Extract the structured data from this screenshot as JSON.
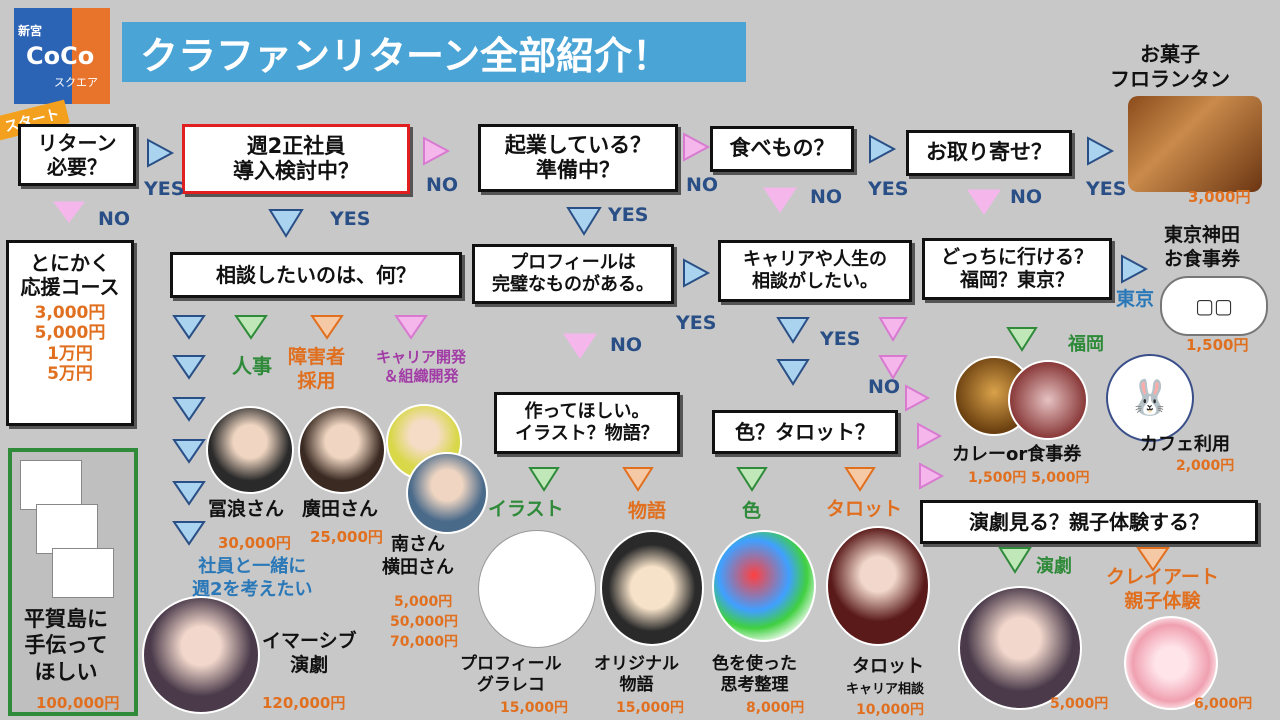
{
  "logo": {
    "top": "新宮",
    "mid": "CoCo",
    "bottom": "スクエア"
  },
  "title": "クラファンリターン全部紹介！",
  "start_tag": "スタート",
  "q1": "リターン\n必要？",
  "q2": "週2正社員\n導入検討中？",
  "q3": "起業している？\n準備中？",
  "q4": "食べもの？",
  "q5": "お取り寄せ？",
  "q_support": "とにかく\n応援コース",
  "support_prices": [
    "3,000円",
    "5,000円",
    "1万円",
    "5万円"
  ],
  "q_consult": "相談したいのは、何？",
  "q_profile": "プロフィールは\n完璧なものがある。",
  "q_career": "キャリアや人生の\n相談がしたい。",
  "q_where": "どっちに行ける？\n福岡？東京？",
  "q_make": "作ってほしい。\nイラスト？物語？",
  "q_color": "色？タロット？",
  "q_theater": "演劇見る？親子体験する？",
  "labels": {
    "yes": "YES",
    "no": "NO",
    "jinji": "人事",
    "shogai": "障害者\n採用",
    "career_dev": "キャリア開発\n＆組織開発",
    "together": "社員と一緒に\n週2を考えたい",
    "tokyo": "東京",
    "fukuoka": "福岡",
    "illust": "イラスト",
    "story": "物語",
    "color": "色",
    "tarot": "タロット",
    "engeki": "演劇",
    "clay": "クレイアート\n親子体験"
  },
  "returns": {
    "sweets": {
      "name": "お菓子\nフロランタン",
      "price": "3,000円"
    },
    "tokyo_meal": {
      "name": "東京神田\nお食事券",
      "price": "1,500円"
    },
    "curry": {
      "name": "カレーor食事券",
      "price": "1,500円 5,000円"
    },
    "cafe": {
      "name": "カフェ利用",
      "price": "2,000円"
    },
    "tominami": {
      "name": "冨浪さん",
      "price": "30,000円"
    },
    "hirota": {
      "name": "廣田さん",
      "price": "25,000円"
    },
    "minami": {
      "name": "南さん\n横田さん",
      "prices": [
        "5,000円",
        "50,000円",
        "70,000円"
      ]
    },
    "imasib": {
      "name": "イマーシブ\n演劇",
      "price": "120,000円"
    },
    "hiraga": {
      "name": "平賀島に\n手伝って\nほしい",
      "price": "100,000円"
    },
    "grareco": {
      "name": "プロフィール\nグラレコ",
      "price": "15,000円"
    },
    "original": {
      "name": "オリジナル\n物語",
      "price": "15,000円"
    },
    "color_think": {
      "name": "色を使った\n思考整理",
      "price": "8,000円"
    },
    "tarot": {
      "name": "タロット",
      "sub": "キャリア相談",
      "price": "10,000円"
    },
    "engeki": {
      "price": "5,000円"
    },
    "clay": {
      "price": "6,000円"
    }
  },
  "colors": {
    "blue_arrow": "#a9d3ee",
    "pink_arrow": "#f5b6ec",
    "green_arrow": "#bfe7b7",
    "orange_arrow": "#f6c9a6",
    "title_bg": "#4aa5d6"
  }
}
